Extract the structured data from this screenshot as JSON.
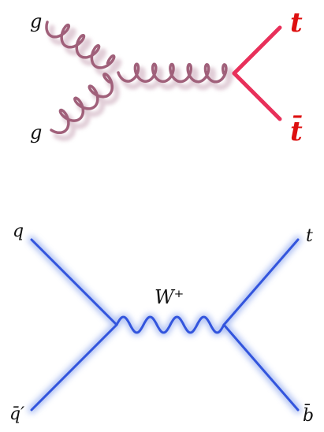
{
  "colors": {
    "gluon": "#a0607a",
    "gluon_shadow": "#c8a4b6",
    "top_quark_line": "#e8305a",
    "top_label": "#dd1010",
    "quark_line": "#3355dd",
    "quark_glow": "#9db2f0",
    "text": "#111111"
  },
  "diagram_1": {
    "process": "gluon fusion",
    "labels": {
      "gluon_in_top": "g",
      "gluon_in_bottom": "g",
      "top_out": "t",
      "antitop_out": "t̄"
    },
    "icons": [
      "gluon-propagator-icon",
      "top-quark-line-icon"
    ]
  },
  "diagram_2": {
    "process": "quark-antiquark annihilation via W+",
    "labels": {
      "quark_in": "q",
      "antiquark_in": "q̄′",
      "boson": "W⁺",
      "top_out": "t",
      "antibottom_out": "b̄"
    },
    "icons": [
      "w-boson-propagator-icon",
      "quark-line-icon"
    ]
  }
}
